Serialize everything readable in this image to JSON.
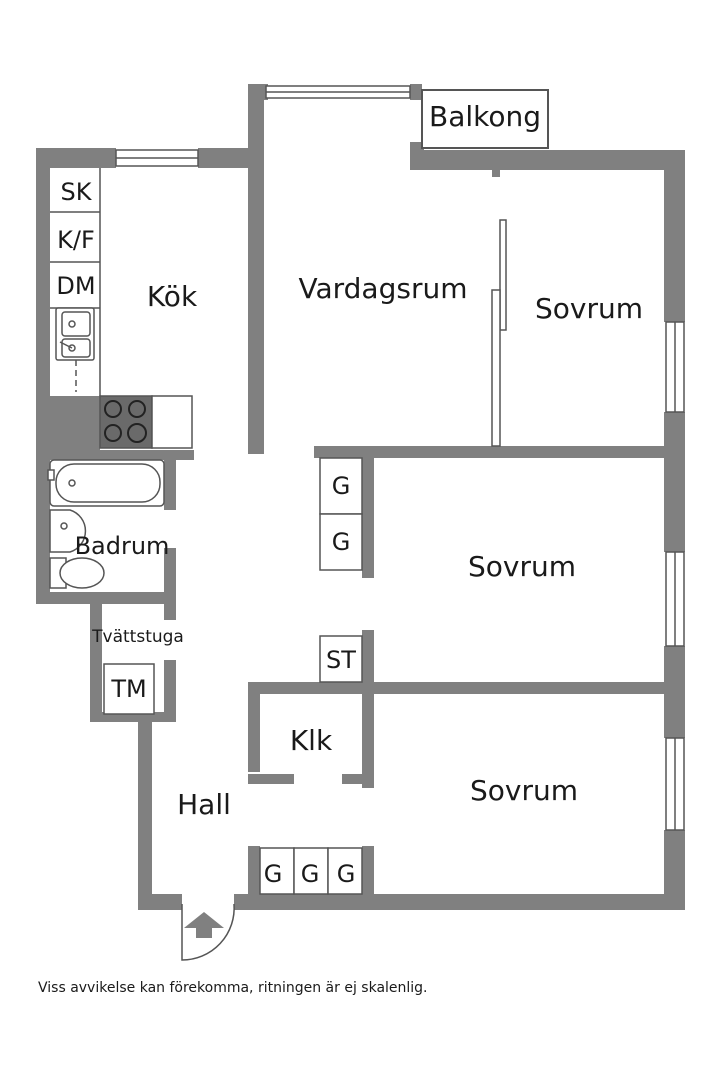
{
  "rooms": {
    "balkong": "Balkong",
    "kok": "Kök",
    "vardagsrum": "Vardagsrum",
    "sovrum_1": "Sovrum",
    "sovrum_2": "Sovrum",
    "sovrum_3": "Sovrum",
    "badrum": "Badrum",
    "tvattstuga": "Tvättstuga",
    "hall": "Hall",
    "klk": "Klk"
  },
  "fixtures": {
    "sk": "SK",
    "kf": "K/F",
    "dm": "DM",
    "tm": "TM",
    "st": "ST",
    "g": "G"
  },
  "disclaimer": "Viss avvikelse kan förekomma, ritningen är ej skalenlig.",
  "colors": {
    "wall": "#808080",
    "fixture_stroke": "#555555",
    "stove": "#6a6a6a"
  }
}
